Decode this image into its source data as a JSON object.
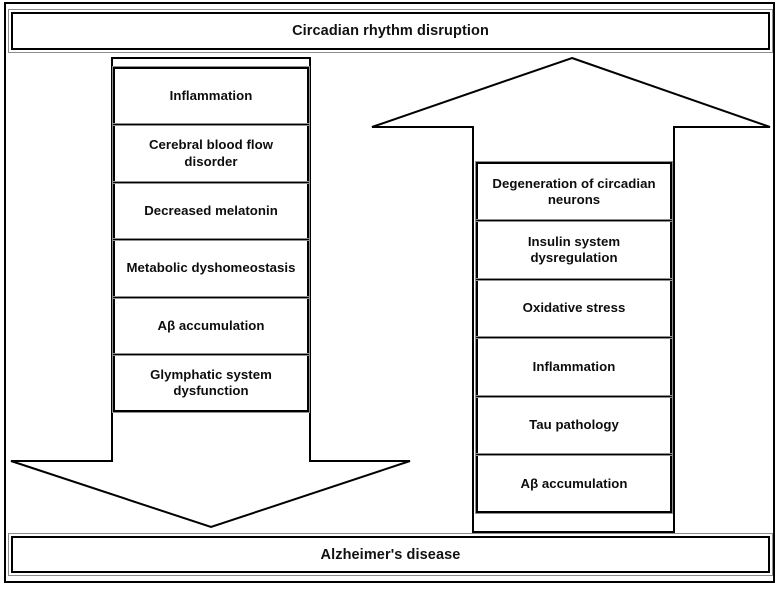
{
  "figure": {
    "title": "Circadian rhythm disruption",
    "outcome": "Alzheimer's disease",
    "colors": {
      "stroke": "#000000",
      "inner_stroke": "#8f8f8f",
      "background": "#ffffff",
      "text": "#111111"
    }
  },
  "banner_top": {
    "label": "Circadian rhythm disruption"
  },
  "banner_bottom": {
    "label": "Alzheimer's disease"
  },
  "left_pathway": {
    "direction": "downward",
    "arrow_name": "down-arrow",
    "from": "Circadian rhythm disruption",
    "to": "Alzheimer's disease",
    "nodes": [
      {
        "label": "Inflammation"
      },
      {
        "label": "Cerebral blood flow disorder"
      },
      {
        "label": "Decreased melatonin"
      },
      {
        "label": "Metabolic dyshomeostasis"
      },
      {
        "label": "Aβ accumulation"
      },
      {
        "label": "Glymphatic system dysfunction"
      }
    ]
  },
  "right_pathway": {
    "direction": "upward",
    "arrow_name": "up-arrow",
    "from": "Alzheimer's disease",
    "to": "Circadian rhythm disruption",
    "nodes": [
      {
        "label": "Degeneration of circadian neurons"
      },
      {
        "label": "Insulin system dysregulation"
      },
      {
        "label": "Oxidative stress"
      },
      {
        "label": "Inflammation"
      },
      {
        "label": "Tau pathology"
      },
      {
        "label": "Aβ accumulation"
      }
    ]
  }
}
